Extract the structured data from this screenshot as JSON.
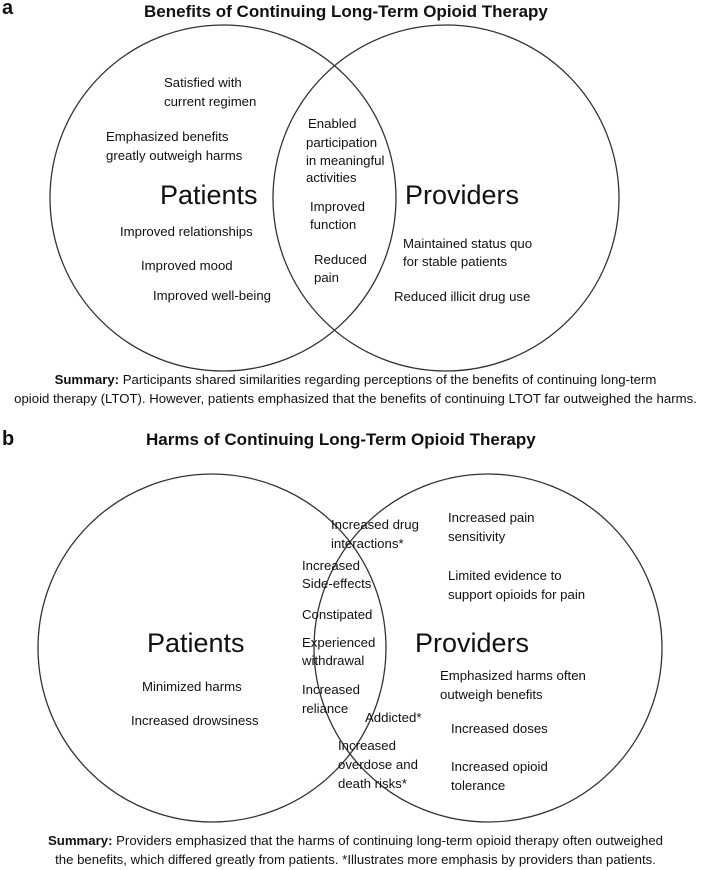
{
  "panel_a": {
    "letter": "a",
    "title": "Benefits of Continuing Long-Term Opioid Therapy",
    "left_label": "Patients",
    "right_label": "Providers",
    "patients_only": [
      "Satisfied with",
      "current regimen",
      "Emphasized benefits",
      "greatly outweigh harms",
      "Improved relationships",
      "Improved mood",
      "Improved well-being"
    ],
    "shared": [
      "Enabled",
      "participation",
      "in meaningful",
      "activities",
      "Improved",
      "function",
      "Reduced",
      "pain"
    ],
    "providers_only": [
      "Maintained status quo",
      "for stable patients",
      "Reduced illicit drug use"
    ],
    "summary_bold": "Summary:",
    "summary_line1": "Participants shared similarities regarding perceptions of the benefits of continuing long-term",
    "summary_line2": "opioid therapy (LTOT). However, patients emphasized that the benefits of continuing LTOT far outweighed the harms."
  },
  "panel_b": {
    "letter": "b",
    "title": "Harms of Continuing Long-Term Opioid Therapy",
    "left_label": "Patients",
    "right_label": "Providers",
    "patients_only": [
      "Minimized harms",
      "Increased drowsiness"
    ],
    "shared": [
      "Increased drug",
      "interactions*",
      "Increased",
      "Side-effects",
      "Constipated",
      "Experienced",
      "withdrawal",
      "Increased",
      "reliance",
      "Addicted*",
      "Increased",
      "overdose and",
      "death risks*"
    ],
    "providers_only": [
      "Increased pain",
      "sensitivity",
      "Limited evidence to",
      "support opioids for pain",
      "Emphasized harms often",
      "outweigh benefits",
      "Increased doses",
      "Increased opioid",
      "tolerance"
    ],
    "summary_bold": "Summary:",
    "summary_line1": "Providers emphasized that the harms of continuing long-term opioid therapy often outweighed",
    "summary_line2": "the benefits, which differed greatly from patients. *Illustrates more emphasis by providers than patients."
  }
}
